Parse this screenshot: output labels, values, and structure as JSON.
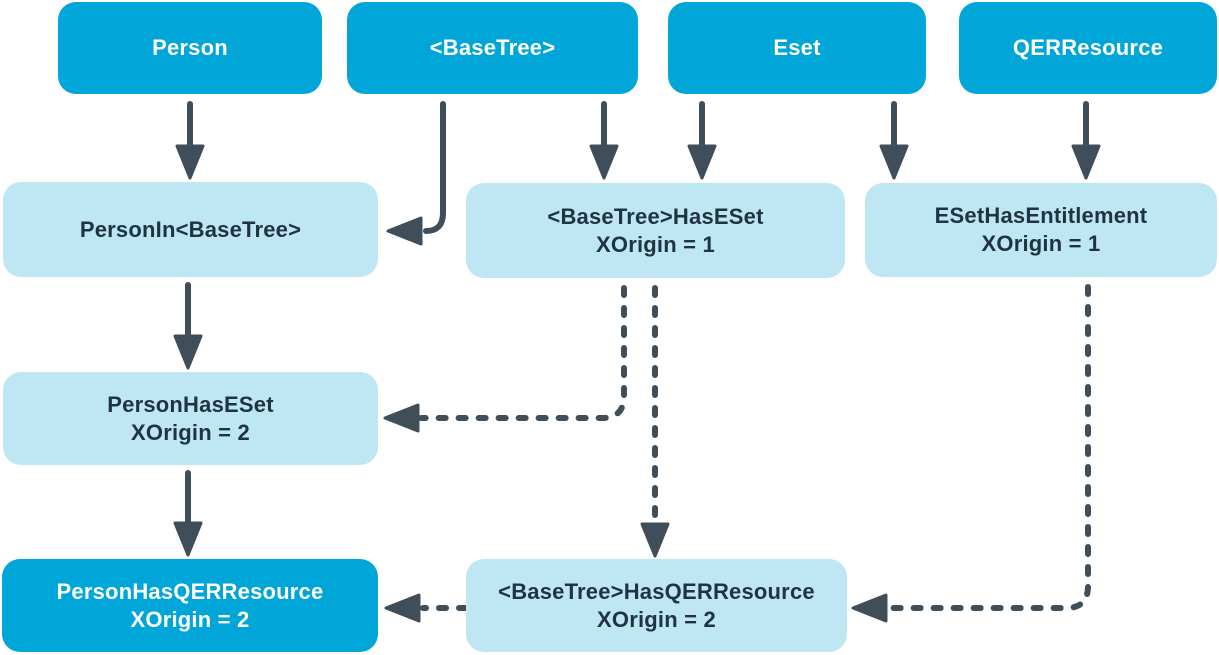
{
  "colors": {
    "primary": "#00a6d8",
    "light": "#bfe6f3",
    "arrow": "#3f4e59",
    "text_dark": "#1f3442",
    "text_light": "#ffffff",
    "background": "#ffffff"
  },
  "nodes": [
    {
      "id": "person",
      "label": "Person",
      "sublabel": "",
      "variant": "primary"
    },
    {
      "id": "basetree",
      "label": "<BaseTree>",
      "sublabel": "",
      "variant": "primary"
    },
    {
      "id": "eset",
      "label": "Eset",
      "sublabel": "",
      "variant": "primary"
    },
    {
      "id": "qerresource",
      "label": "QERResource",
      "sublabel": "",
      "variant": "primary"
    },
    {
      "id": "person-in-basetree",
      "label": "PersonIn<BaseTree>",
      "sublabel": "",
      "variant": "light"
    },
    {
      "id": "basetree-has-eset",
      "label": "<BaseTree>HasESet",
      "sublabel": "XOrigin = 1",
      "variant": "light"
    },
    {
      "id": "eset-has-entitlement",
      "label": "ESetHasEntitlement",
      "sublabel": "XOrigin = 1",
      "variant": "light"
    },
    {
      "id": "person-has-eset",
      "label": "PersonHasESet",
      "sublabel": "XOrigin = 2",
      "variant": "light"
    },
    {
      "id": "person-has-qerresource",
      "label": "PersonHasQERResource",
      "sublabel": "XOrigin = 2",
      "variant": "primary"
    },
    {
      "id": "basetree-has-qerresource",
      "label": "<BaseTree>HasQERResource",
      "sublabel": "XOrigin = 2",
      "variant": "light"
    }
  ],
  "edges": [
    {
      "from": "person",
      "to": "person-in-basetree",
      "style": "solid"
    },
    {
      "from": "basetree",
      "to": "person-in-basetree",
      "style": "solid"
    },
    {
      "from": "basetree",
      "to": "basetree-has-eset",
      "style": "solid"
    },
    {
      "from": "eset",
      "to": "basetree-has-eset",
      "style": "solid"
    },
    {
      "from": "eset",
      "to": "eset-has-entitlement",
      "style": "solid"
    },
    {
      "from": "qerresource",
      "to": "eset-has-entitlement",
      "style": "solid"
    },
    {
      "from": "person-in-basetree",
      "to": "person-has-eset",
      "style": "solid"
    },
    {
      "from": "person-has-eset",
      "to": "person-has-qerresource",
      "style": "solid"
    },
    {
      "from": "basetree-has-eset",
      "to": "person-has-eset",
      "style": "dashed"
    },
    {
      "from": "basetree-has-eset",
      "to": "basetree-has-qerresource",
      "style": "dashed"
    },
    {
      "from": "eset-has-entitlement",
      "to": "basetree-has-qerresource",
      "style": "dashed"
    },
    {
      "from": "basetree-has-qerresource",
      "to": "person-has-qerresource",
      "style": "dashed"
    }
  ]
}
